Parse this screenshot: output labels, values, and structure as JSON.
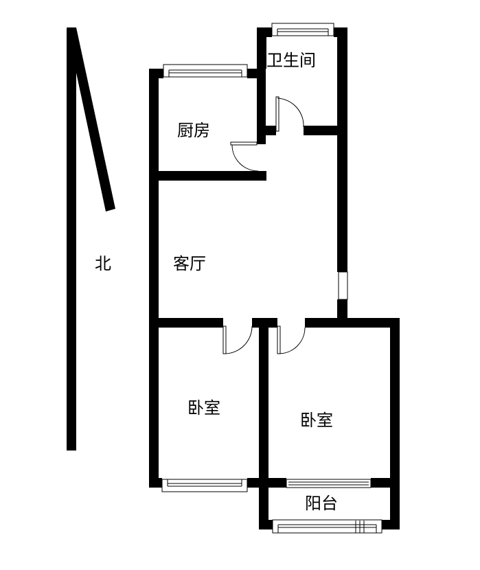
{
  "labels": {
    "bathroom": "卫生间",
    "kitchen": "厨房",
    "living_room": "客厅",
    "bedroom_left": "卧室",
    "bedroom_right": "卧室",
    "balcony": "阳台",
    "north": "北"
  },
  "colors": {
    "wall": "#000000",
    "background": "#ffffff",
    "window_frame": "#000000",
    "door_line": "#000000"
  }
}
